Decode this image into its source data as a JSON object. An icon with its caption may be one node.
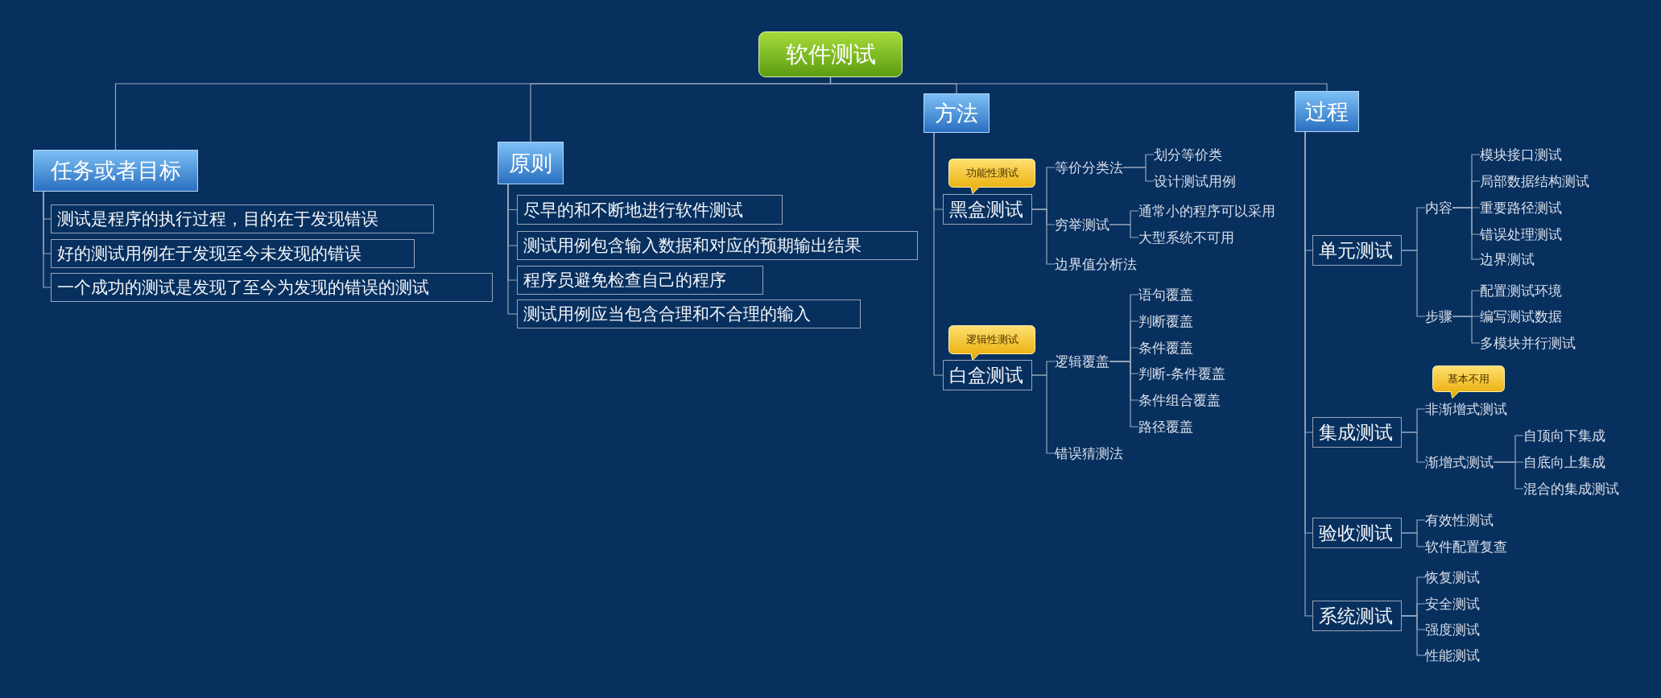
{
  "diagram": {
    "nodes": [
      {
        "text": [
          "软件测试"
        ]
      },
      {
        "text": [
          "任务或者目标"
        ]
      },
      {
        "text": [
          "测试是程序的执行过程，目的在于发现错误"
        ]
      },
      {
        "text": [
          "好的测试用例在于发现至今未发现的错误"
        ]
      },
      {
        "text": [
          "一个成功的测试是发现了至今为发现的错误的测试"
        ]
      },
      {
        "text": [
          "原则"
        ]
      },
      {
        "text": [
          "尽早的和不断地进行软件测试"
        ]
      },
      {
        "text": [
          "测试用例包含输入数据和对应的预期输出结果"
        ]
      },
      {
        "text": [
          "程序员避免检查自己的程序"
        ]
      },
      {
        "text": [
          "测试用例应当包含合理和不合理的输入"
        ]
      },
      {
        "text": [
          "方法"
        ]
      },
      {
        "text": [
          "功能性测试"
        ]
      },
      {
        "text": [
          "黑盒测试"
        ]
      },
      {
        "text": [
          "等价分类法"
        ]
      },
      {
        "text": [
          "划分等价类"
        ]
      },
      {
        "text": [
          "设计测试用例"
        ]
      },
      {
        "text": [
          "穷举测试"
        ]
      },
      {
        "text": [
          "通常小的程序可以采用"
        ]
      },
      {
        "text": [
          "大型系统不可用"
        ]
      },
      {
        "text": [
          "边界值分析法"
        ]
      },
      {
        "text": [
          "逻辑性测试"
        ]
      },
      {
        "text": [
          "白盒测试"
        ]
      },
      {
        "text": [
          "逻辑覆盖"
        ]
      },
      {
        "text": [
          "语句覆盖"
        ]
      },
      {
        "text": [
          "判断覆盖"
        ]
      },
      {
        "text": [
          "条件覆盖"
        ]
      },
      {
        "text": [
          "判断-条件覆盖"
        ]
      },
      {
        "text": [
          "条件组合覆盖"
        ]
      },
      {
        "text": [
          "路径覆盖"
        ]
      },
      {
        "text": [
          "错误猜测法"
        ]
      },
      {
        "text": [
          "过程"
        ]
      },
      {
        "text": [
          "单元测试"
        ]
      },
      {
        "text": [
          "内容"
        ]
      },
      {
        "text": [
          "模块接口测试"
        ]
      },
      {
        "text": [
          "局部数据结构测试"
        ]
      },
      {
        "text": [
          "重要路径测试"
        ]
      },
      {
        "text": [
          "错误处理测试"
        ]
      },
      {
        "text": [
          "边界测试"
        ]
      },
      {
        "text": [
          "步骤"
        ]
      },
      {
        "text": [
          "配置测试环境"
        ]
      },
      {
        "text": [
          "编写测试数据"
        ]
      },
      {
        "text": [
          "多模块并行测试"
        ]
      },
      {
        "text": [
          "基本不用"
        ]
      },
      {
        "text": [
          "集成测试"
        ]
      },
      {
        "text": [
          "非渐增式测试"
        ]
      },
      {
        "text": [
          "渐增式测试"
        ]
      },
      {
        "text": [
          "自顶向下集成"
        ]
      },
      {
        "text": [
          "自底向上集成"
        ]
      },
      {
        "text": [
          "混合的集成测试"
        ]
      },
      {
        "text": [
          "验收测试"
        ]
      },
      {
        "text": [
          "有效性测试"
        ]
      },
      {
        "text": [
          "软件配置复查"
        ]
      },
      {
        "text": [
          "系统测试"
        ]
      },
      {
        "text": [
          "恢复测试"
        ]
      },
      {
        "text": [
          "安全测试"
        ]
      },
      {
        "text": [
          "强度测试"
        ]
      },
      {
        "text": [
          "性能测试"
        ]
      }
    ],
    "edges": [
      {
        "from": 0,
        "to": 1,
        "arrow": "none"
      },
      {
        "from": 0,
        "to": 5,
        "arrow": "none"
      },
      {
        "from": 0,
        "to": 10,
        "arrow": "none"
      },
      {
        "from": 0,
        "to": 30,
        "arrow": "none"
      },
      {
        "from": 1,
        "to": 2,
        "arrow": "none"
      },
      {
        "from": 1,
        "to": 3,
        "arrow": "none"
      },
      {
        "from": 1,
        "to": 4,
        "arrow": "none"
      },
      {
        "from": 5,
        "to": 6,
        "arrow": "none"
      },
      {
        "from": 5,
        "to": 7,
        "arrow": "none"
      },
      {
        "from": 5,
        "to": 8,
        "arrow": "none"
      },
      {
        "from": 5,
        "to": 9,
        "arrow": "none"
      },
      {
        "from": 10,
        "to": 12,
        "arrow": "none"
      },
      {
        "from": 10,
        "to": 21,
        "arrow": "none"
      },
      {
        "from": 12,
        "to": 13,
        "arrow": "none"
      },
      {
        "from": 12,
        "to": 16,
        "arrow": "none"
      },
      {
        "from": 12,
        "to": 19,
        "arrow": "none"
      },
      {
        "from": 13,
        "to": 14,
        "arrow": "none"
      },
      {
        "from": 13,
        "to": 15,
        "arrow": "none"
      },
      {
        "from": 16,
        "to": 17,
        "arrow": "none"
      },
      {
        "from": 16,
        "to": 18,
        "arrow": "none"
      },
      {
        "from": 21,
        "to": 22,
        "arrow": "none"
      },
      {
        "from": 21,
        "to": 29,
        "arrow": "none"
      },
      {
        "from": 22,
        "to": 23,
        "arrow": "none"
      },
      {
        "from": 22,
        "to": 24,
        "arrow": "none"
      },
      {
        "from": 22,
        "to": 25,
        "arrow": "none"
      },
      {
        "from": 22,
        "to": 26,
        "arrow": "none"
      },
      {
        "from": 22,
        "to": 27,
        "arrow": "none"
      },
      {
        "from": 22,
        "to": 28,
        "arrow": "none"
      },
      {
        "from": 30,
        "to": 31,
        "arrow": "none"
      },
      {
        "from": 30,
        "to": 43,
        "arrow": "none"
      },
      {
        "from": 30,
        "to": 49,
        "arrow": "none"
      },
      {
        "from": 30,
        "to": 52,
        "arrow": "none"
      },
      {
        "from": 31,
        "to": 32,
        "arrow": "none"
      },
      {
        "from": 31,
        "to": 38,
        "arrow": "none"
      },
      {
        "from": 32,
        "to": 33,
        "arrow": "none"
      },
      {
        "from": 32,
        "to": 34,
        "arrow": "none"
      },
      {
        "from": 32,
        "to": 35,
        "arrow": "none"
      },
      {
        "from": 32,
        "to": 36,
        "arrow": "none"
      },
      {
        "from": 32,
        "to": 37,
        "arrow": "none"
      },
      {
        "from": 38,
        "to": 39,
        "arrow": "none"
      },
      {
        "from": 38,
        "to": 40,
        "arrow": "none"
      },
      {
        "from": 38,
        "to": 41,
        "arrow": "none"
      },
      {
        "from": 43,
        "to": 44,
        "arrow": "none"
      },
      {
        "from": 43,
        "to": 45,
        "arrow": "none"
      },
      {
        "from": 45,
        "to": 46,
        "arrow": "none"
      },
      {
        "from": 45,
        "to": 47,
        "arrow": "none"
      },
      {
        "from": 45,
        "to": 48,
        "arrow": "none"
      },
      {
        "from": 49,
        "to": 50,
        "arrow": "none"
      },
      {
        "from": 49,
        "to": 51,
        "arrow": "none"
      },
      {
        "from": 52,
        "to": 53,
        "arrow": "none"
      },
      {
        "from": 52,
        "to": 54,
        "arrow": "none"
      },
      {
        "from": 52,
        "to": 55,
        "arrow": "none"
      },
      {
        "from": 52,
        "to": 56,
        "arrow": "none"
      }
    ]
  }
}
